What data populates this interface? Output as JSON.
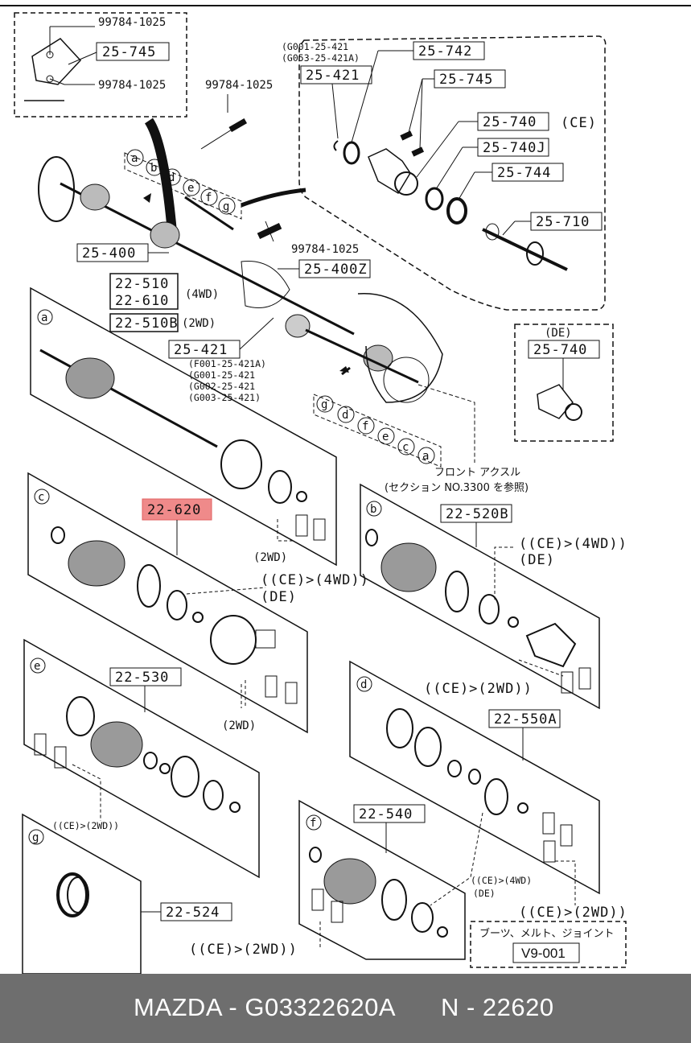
{
  "labels": {
    "p99784_top": "99784-1025",
    "p25_745_inset": "25-745",
    "p99784_inset_b": "99784-1025",
    "p99784_mid": "99784-1025",
    "p99784_lower": "99784-1025",
    "g001_a": "(G001-25-421",
    "g053": "(G053-25-421A)",
    "p25_742": "25-742",
    "p25_421_top": "25-421",
    "p25_745": "25-745",
    "p25_740": "25-740",
    "ce_740": "(CE)",
    "p25_740J": "25-740J",
    "p25_744": "25-744",
    "p25_710": "25-710",
    "p25_400": "25-400",
    "p25_400Z": "25-400Z",
    "p22_510": "22-510",
    "p22_610": "22-610",
    "p22_510B": "22-510B",
    "wd4_a": "(4WD)",
    "wd2_a": "(2WD)",
    "p25_421_mid": "25-421",
    "f001": "(F001-25-421A)",
    "g001_b": "(G001-25-421",
    "g002": "(G002-25-421",
    "g003": "(G003-25-421)",
    "de_box": "(DE)",
    "p25_740_de": "25-740",
    "front_axle": "フロント アクスル",
    "section_ref": "(セクション NO.3300 を参照)",
    "p22_620": "22-620",
    "wd2_b": "(2WD)",
    "ce4wd_c": "((CE)>(4WD))",
    "de_c": "(DE)",
    "p22_520B": "22-520B",
    "ce4wd_b": "((CE)>(4WD))",
    "de_b": "(DE)",
    "p22_530": "22-530",
    "wd2_e": "(2WD)",
    "ce2wd_d": "((CE)>(2WD))",
    "p22_550A": "22-550A",
    "ce2wd_e": "((CE)>(2WD))",
    "p22_540": "22-540",
    "ce4wd_f": "((CE)>(4WD)",
    "de_f": "(DE)",
    "p22_524": "22-524",
    "ce2wd_f": "((CE)>(2WD))",
    "ce2wd_v": "((CE)>(2WD))",
    "boots_jp": "ブーツ、メルト、ジョイント",
    "v9_001": "V9-001"
  },
  "letters": {
    "a": "a",
    "b": "b",
    "c": "c",
    "d": "d",
    "e": "e",
    "f": "f",
    "g": "g"
  },
  "footer": {
    "left": "MAZDA - G03322620A",
    "right": "N - 22620"
  },
  "colors": {
    "highlight": "#ef8a8a",
    "footer_bg": "#6e6e6e"
  }
}
